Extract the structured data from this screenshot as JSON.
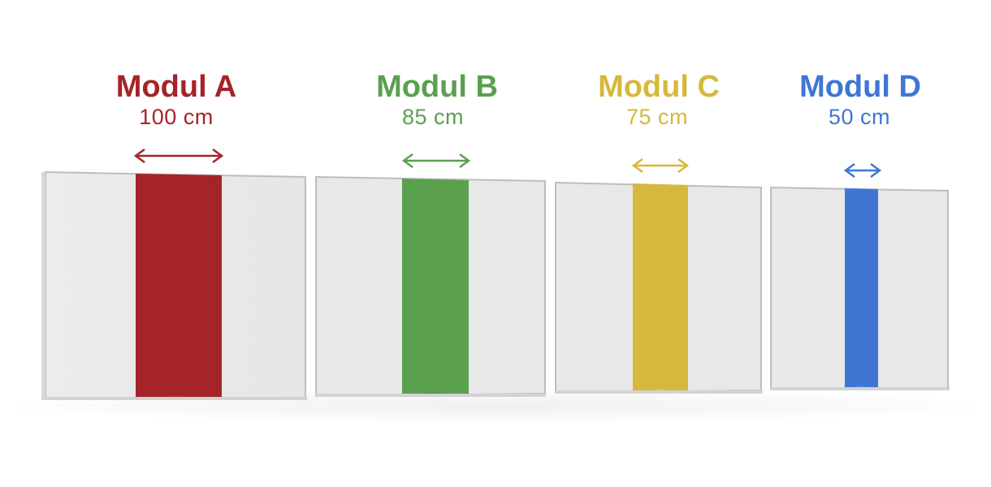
{
  "modules": [
    {
      "title": "Modul A",
      "size": "100 cm",
      "color": "#a52428"
    },
    {
      "title": "Modul B",
      "size": "85 cm",
      "color": "#5aa04f"
    },
    {
      "title": "Modul C",
      "size": "75 cm",
      "color": "#d6b83c"
    },
    {
      "title": "Modul D",
      "size": "50 cm",
      "color": "#3f76d4"
    }
  ],
  "icons": {
    "arrow": "double-headed-arrow-icon"
  }
}
